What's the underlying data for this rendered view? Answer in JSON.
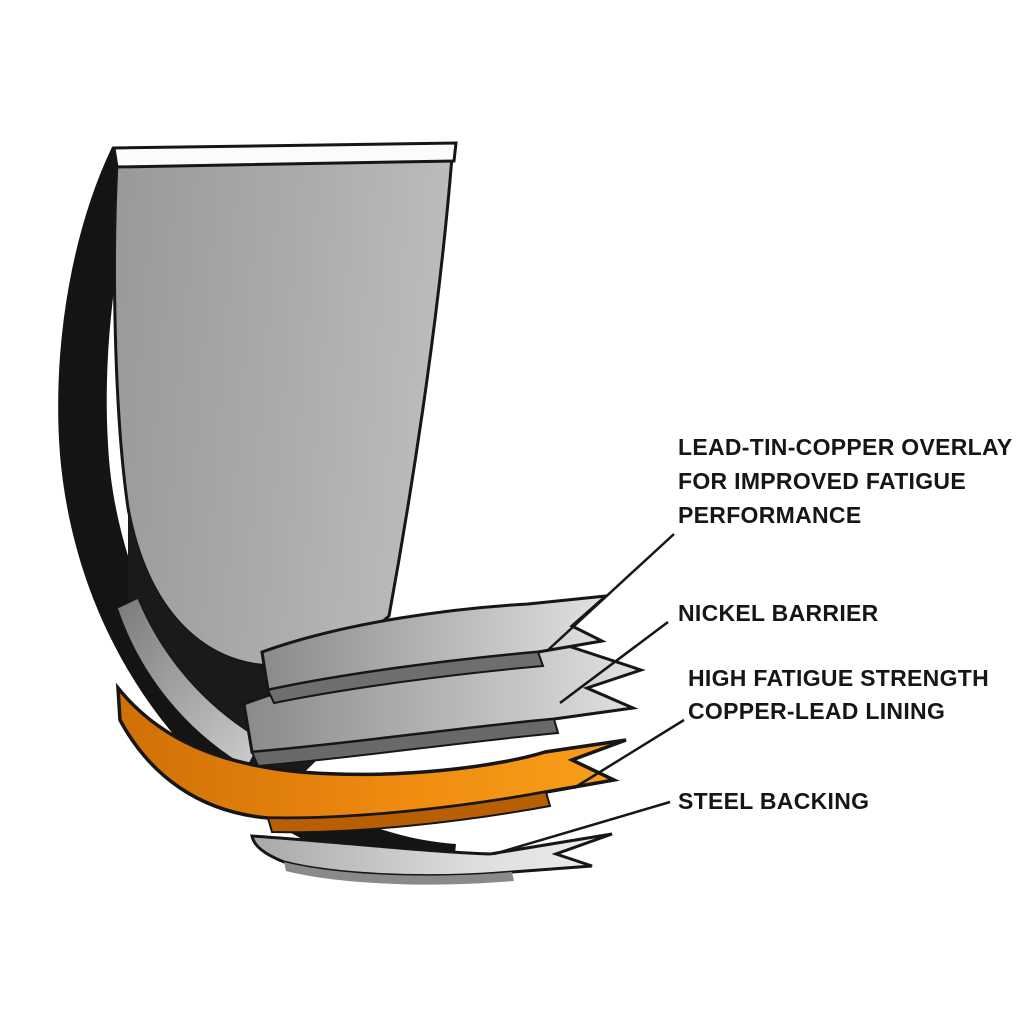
{
  "colors": {
    "copper_lead_lining": "#F08A12",
    "copper_lead_front_edge": "#B85F06",
    "shell_gray": "#ACACAC",
    "outline": "#161616",
    "background": "#FFFFFF"
  },
  "labels": {
    "overlay": {
      "line1": "LEAD-TIN-COPPER OVERLAY",
      "line2": "FOR IMPROVED FATIGUE",
      "line3": "PERFORMANCE"
    },
    "nickel_barrier": {
      "line1": "NICKEL BARRIER"
    },
    "copper_lead_lining": {
      "line1": "HIGH FATIGUE STRENGTH",
      "line2": "COPPER-LEAD LINING"
    },
    "steel_backing": {
      "line1": "STEEL BACKING"
    }
  }
}
